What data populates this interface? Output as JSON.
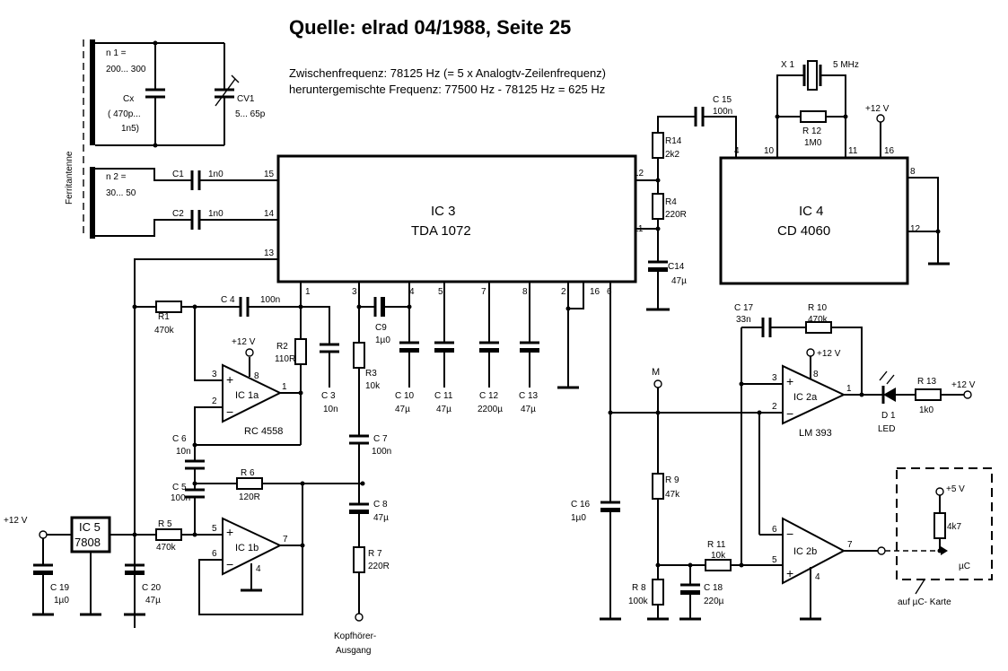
{
  "title": "Quelle: elrad 04/1988, Seite 25",
  "notes": [
    "Zwischenfrequenz: 78125 Hz (= 5 x Analogtv-Zeilenfrequenz)",
    "heruntergemischte Frequenz: 77500 Hz - 78125 Hz = 625 Hz"
  ],
  "antenna_label": "Ferritantenne",
  "coil1": {
    "name": "n 1 =",
    "value": "200... 300"
  },
  "coil2": {
    "name": "n 2 =",
    "value": "30... 50"
  },
  "cx": {
    "name": "Cx",
    "v1": "( 470p...",
    "v2": "1n5)"
  },
  "cv1": {
    "name": "CV1",
    "value": "5... 65p"
  },
  "c1": {
    "name": "C1",
    "value": "1n0"
  },
  "c2": {
    "name": "C2",
    "value": "1n0"
  },
  "ic3": {
    "name": "IC 3",
    "type": "TDA 1072"
  },
  "ic4": {
    "name": "IC 4",
    "type": "CD 4060"
  },
  "ic5": {
    "name": "IC 5",
    "type": "7808"
  },
  "ic1a": {
    "name": "IC 1a",
    "type": "RC 4558"
  },
  "ic1b": {
    "name": "IC 1b"
  },
  "ic2a": {
    "name": "IC 2a",
    "type": "LM 393"
  },
  "ic2b": {
    "name": "IC 2b"
  },
  "supply": {
    "p12": "+12 V",
    "p5": "+5 V"
  },
  "r14": {
    "name": "R14",
    "value": "2k2"
  },
  "r4": {
    "name": "R4",
    "value": "220R"
  },
  "c14": {
    "name": "C14",
    "value": "47µ"
  },
  "c15": {
    "name": "C 15",
    "value": "100n"
  },
  "x1": {
    "name": "X 1",
    "value": "5 MHz"
  },
  "r12": {
    "name": "R 12",
    "value": "1M0"
  },
  "r1": {
    "name": "R1",
    "value": "470k"
  },
  "c4": {
    "name": "C 4",
    "value": "100n"
  },
  "r2": {
    "name": "R2",
    "value": "110R"
  },
  "c3": {
    "name": "C 3",
    "value": "10n"
  },
  "c9": {
    "name": "C9",
    "value": "1µ0"
  },
  "r3": {
    "name": "R3",
    "value": "10k"
  },
  "c10": {
    "name": "C 10",
    "value": "47µ"
  },
  "c11": {
    "name": "C 11",
    "value": "47µ"
  },
  "c12": {
    "name": "C 12",
    "value": "2200µ"
  },
  "c13": {
    "name": "C 13",
    "value": "47µ"
  },
  "c6": {
    "name": "C 6",
    "value": "10n"
  },
  "c7": {
    "name": "C 7",
    "value": "100n"
  },
  "c5": {
    "name": "C 5",
    "value": "100n"
  },
  "r6": {
    "name": "R 6",
    "value": "120R"
  },
  "c8": {
    "name": "C 8",
    "value": "47µ"
  },
  "r5": {
    "name": "R 5",
    "value": "470k"
  },
  "r7": {
    "name": "R 7",
    "value": "220R"
  },
  "c19": {
    "name": "C 19",
    "value": "1µ0"
  },
  "c20": {
    "name": "C 20",
    "value": "47µ"
  },
  "headphone": {
    "l1": "Kopfhörer-",
    "l2": "Ausgang"
  },
  "c16": {
    "name": "C 16",
    "value": "1µ0"
  },
  "m_label": "M",
  "r9": {
    "name": "R 9",
    "value": "47k"
  },
  "r8": {
    "name": "R 8",
    "value": "100k"
  },
  "r11": {
    "name": "R 11",
    "value": "10k"
  },
  "c18": {
    "name": "C 18",
    "value": "220µ"
  },
  "c17": {
    "name": "C 17",
    "value": "33n"
  },
  "r10": {
    "name": "R 10",
    "value": "470k"
  },
  "d1": {
    "name": "D 1",
    "value": "LED"
  },
  "r13": {
    "name": "R 13",
    "value": "1k0"
  },
  "r4k7": {
    "value": "4k7"
  },
  "uc": {
    "label": "µC",
    "card": "auf µC- Karte"
  },
  "pins": {
    "p1": "1",
    "p2": "2",
    "p3": "3",
    "p4": "4",
    "p5": "5",
    "p6": "6",
    "p7": "7",
    "p8": "8",
    "p10": "10",
    "p11": "11",
    "p12": "12",
    "p13": "13",
    "p14": "14",
    "p15": "15",
    "p16": "16",
    "plus": "+",
    "minus": "−"
  }
}
